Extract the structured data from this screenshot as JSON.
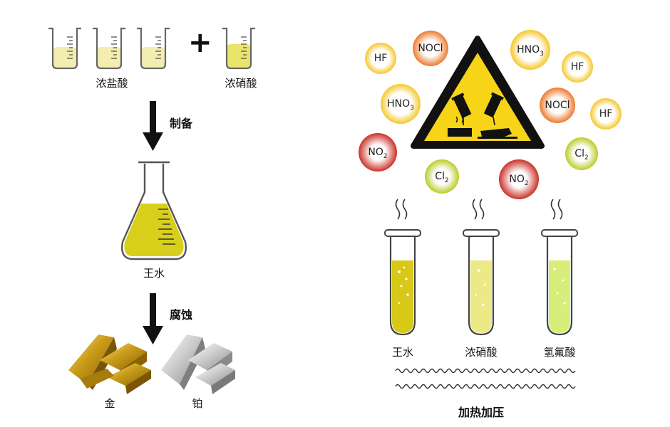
{
  "left": {
    "hcl_label": "浓盐酸",
    "plus_sign": "+",
    "hno3_label": "浓硝酸",
    "step1_label": "制备",
    "flask_label": "王水",
    "step2_label": "腐蚀",
    "gold_label": "金",
    "platinum_label": "铂"
  },
  "right": {
    "bubbles": [
      {
        "formula": "HF",
        "sub": "",
        "tone": "yellow"
      },
      {
        "formula": "NOCl",
        "sub": "",
        "tone": "orange"
      },
      {
        "formula": "HNO",
        "sub": "3",
        "tone": "yellow"
      },
      {
        "formula": "HF",
        "sub": "",
        "tone": "yellow"
      },
      {
        "formula": "HNO",
        "sub": "3",
        "tone": "yellow"
      },
      {
        "formula": "NOCl",
        "sub": "",
        "tone": "orange"
      },
      {
        "formula": "HF",
        "sub": "",
        "tone": "yellow"
      },
      {
        "formula": "NO",
        "sub": "2",
        "tone": "red"
      },
      {
        "formula": "Cl",
        "sub": "2",
        "tone": "green"
      },
      {
        "formula": "Cl",
        "sub": "2",
        "tone": "green"
      },
      {
        "formula": "NO",
        "sub": "2",
        "tone": "red"
      }
    ],
    "tube_labels": [
      "王水",
      "浓硝酸",
      "氢氟酸"
    ],
    "condition_label": "加热加压"
  },
  "colors": {
    "liquid_light": "#f3edb0",
    "liquid_nitric": "#e9e46a",
    "aqua_regia": "#d8cf1a",
    "warning_yellow": "#f7d417",
    "bubble_yellow": "#f5c72a",
    "bubble_orange": "#ec7a2e",
    "bubble_red": "#c9322a",
    "bubble_green": "#b9cc2a"
  }
}
